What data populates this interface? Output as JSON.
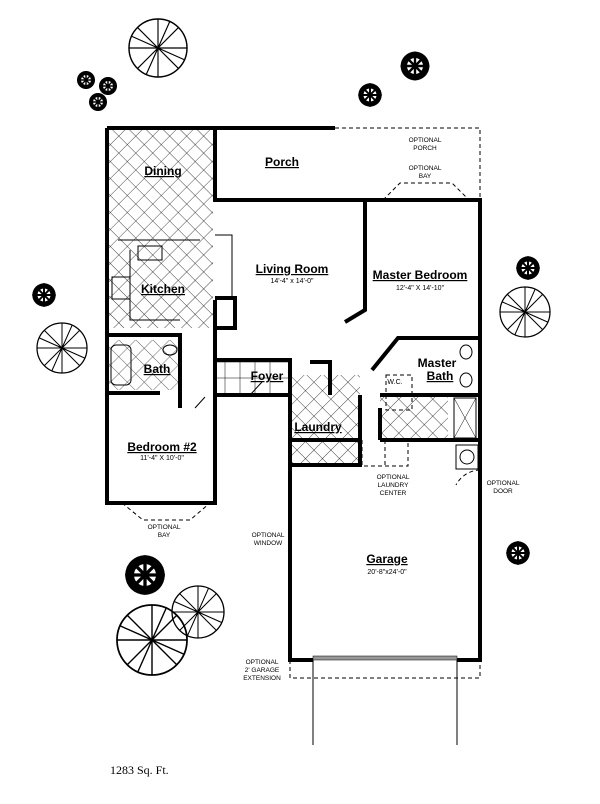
{
  "rooms": {
    "dining": {
      "name": "Dining"
    },
    "kitchen": {
      "name": "Kitchen"
    },
    "porch": {
      "name": "Porch"
    },
    "living": {
      "name": "Living Room",
      "size": "14'-4\" x 14'-0\""
    },
    "master_bedroom": {
      "name": "Master Bedroom",
      "size": "12'-4\" X 14'-10\""
    },
    "bath": {
      "name": "Bath"
    },
    "foyer": {
      "name": "Foyer"
    },
    "master_bath": {
      "name": "Master",
      "name2": "Bath"
    },
    "laundry": {
      "name": "Laundry"
    },
    "bedroom2": {
      "name": "Bedroom #2",
      "size": "11'-4\" X 10'-0\""
    },
    "garage": {
      "name": "Garage",
      "size": "20'-8\"x24'-0\""
    },
    "wc": {
      "name": "W.C."
    }
  },
  "options": {
    "porch": [
      "OPTIONAL",
      "PORCH"
    ],
    "bay_master": [
      "OPTIONAL",
      "BAY"
    ],
    "bay_bed2": [
      "OPTIONAL",
      "BAY"
    ],
    "laundry_center": [
      "OPTIONAL",
      "LAUNDRY",
      "CENTER"
    ],
    "door": [
      "OPTIONAL",
      "DOOR"
    ],
    "window": [
      "OPTIONAL",
      "WINDOW"
    ],
    "garage_ext": [
      "OPTIONAL",
      "2' GARAGE",
      "EXTENSION"
    ]
  },
  "footer": {
    "area": "1283 Sq. Ft."
  }
}
